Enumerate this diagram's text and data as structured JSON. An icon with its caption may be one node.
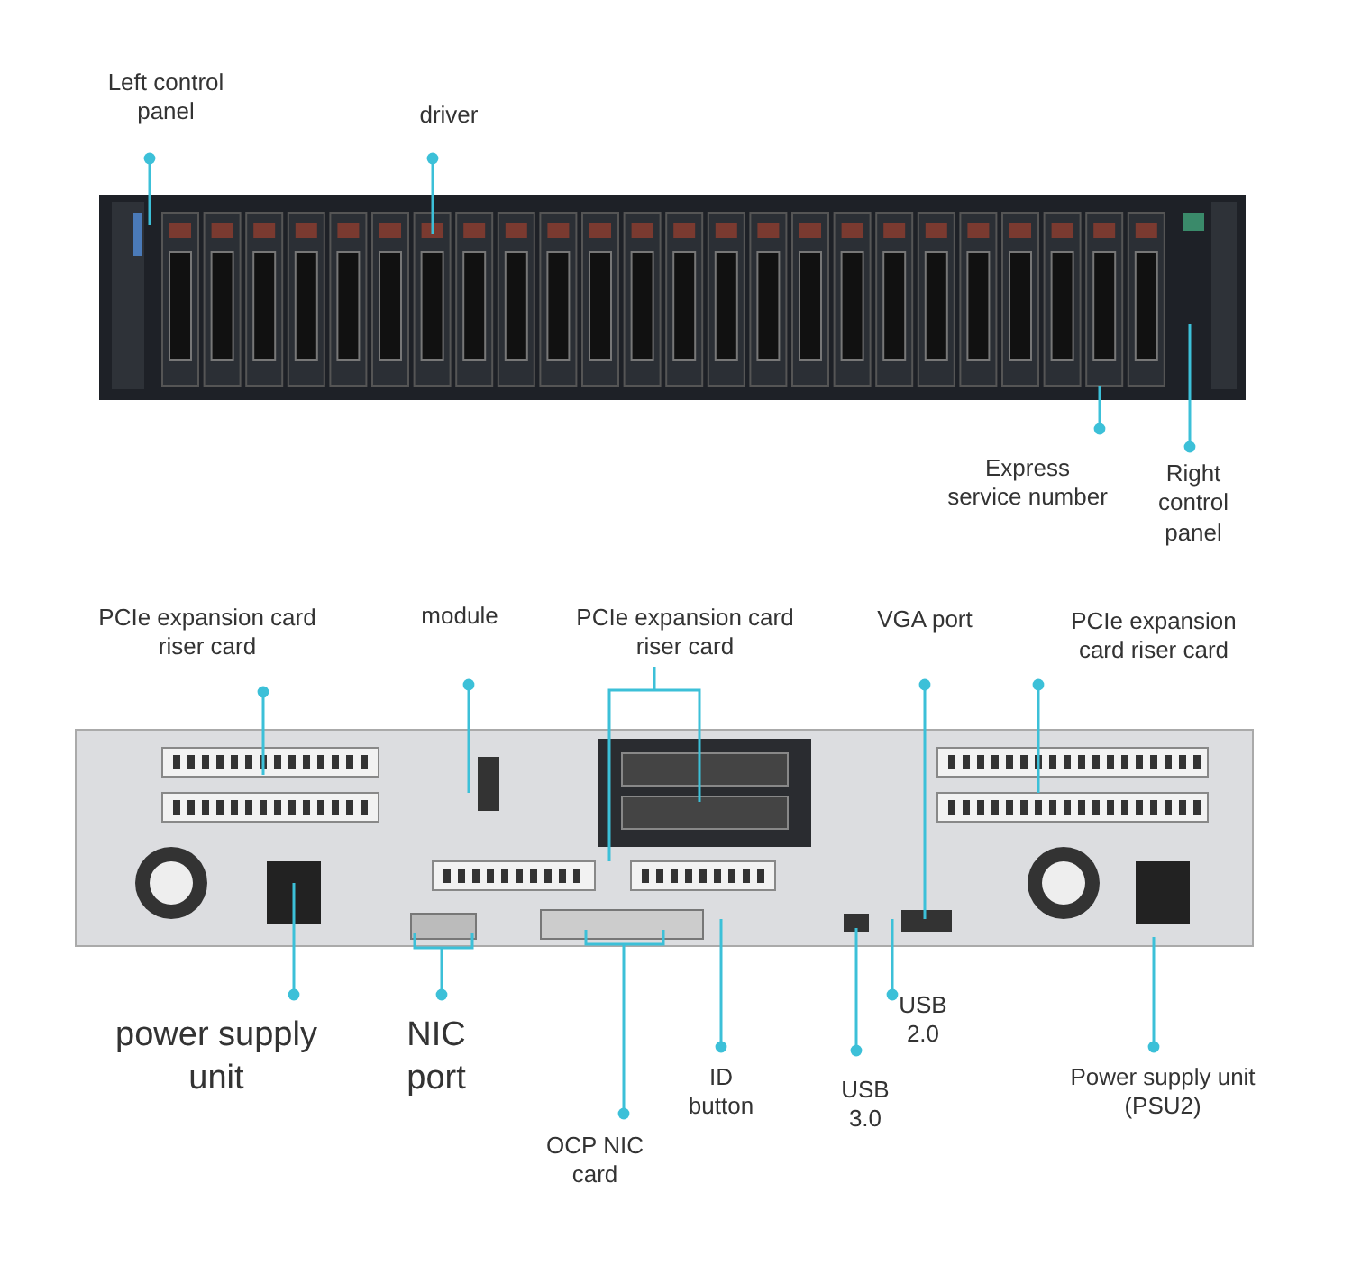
{
  "diagram": {
    "nodes": [
      {
        "text": [
          "Left control panel"
        ]
      },
      {
        "text": [
          "driver"
        ]
      },
      {
        "text": [
          "Express service number"
        ]
      },
      {
        "text": [
          "Right control panel"
        ]
      },
      {
        "text": [
          "PCIe expansion card riser card"
        ]
      },
      {
        "text": [
          "module"
        ]
      },
      {
        "text": [
          "PCIe expansion card riser card"
        ]
      },
      {
        "text": [
          "VGA port"
        ]
      },
      {
        "text": [
          "PCIe expansion card riser card"
        ]
      },
      {
        "text": [
          "power supply unit"
        ]
      },
      {
        "text": [
          "NIC port"
        ]
      },
      {
        "text": [
          "OCP NIC card"
        ]
      },
      {
        "text": [
          "ID button"
        ]
      },
      {
        "text": [
          "USB 3.0"
        ]
      },
      {
        "text": [
          "USB 2.0"
        ]
      },
      {
        "text": [
          "Power supply unit (PSU2)"
        ]
      }
    ],
    "edges": [
      {
        "from": 0,
        "to": null,
        "arrow": "other"
      },
      {
        "from": 1,
        "to": null,
        "arrow": "other"
      },
      {
        "from": 2,
        "to": null,
        "arrow": "other"
      },
      {
        "from": 3,
        "to": null,
        "arrow": "other"
      },
      {
        "from": 4,
        "to": null,
        "arrow": "other"
      },
      {
        "from": 5,
        "to": null,
        "arrow": "other"
      },
      {
        "from": 6,
        "to": null,
        "arrow": "none"
      },
      {
        "from": 7,
        "to": null,
        "arrow": "other"
      },
      {
        "from": 8,
        "to": null,
        "arrow": "other"
      },
      {
        "from": 9,
        "to": null,
        "arrow": "other"
      },
      {
        "from": 10,
        "to": null,
        "arrow": "other"
      },
      {
        "from": 11,
        "to": null,
        "arrow": "other"
      },
      {
        "from": 12,
        "to": null,
        "arrow": "other"
      },
      {
        "from": 13,
        "to": null,
        "arrow": "other"
      },
      {
        "from": 14,
        "to": null,
        "arrow": "other"
      },
      {
        "from": 15,
        "to": null,
        "arrow": "other"
      }
    ]
  }
}
